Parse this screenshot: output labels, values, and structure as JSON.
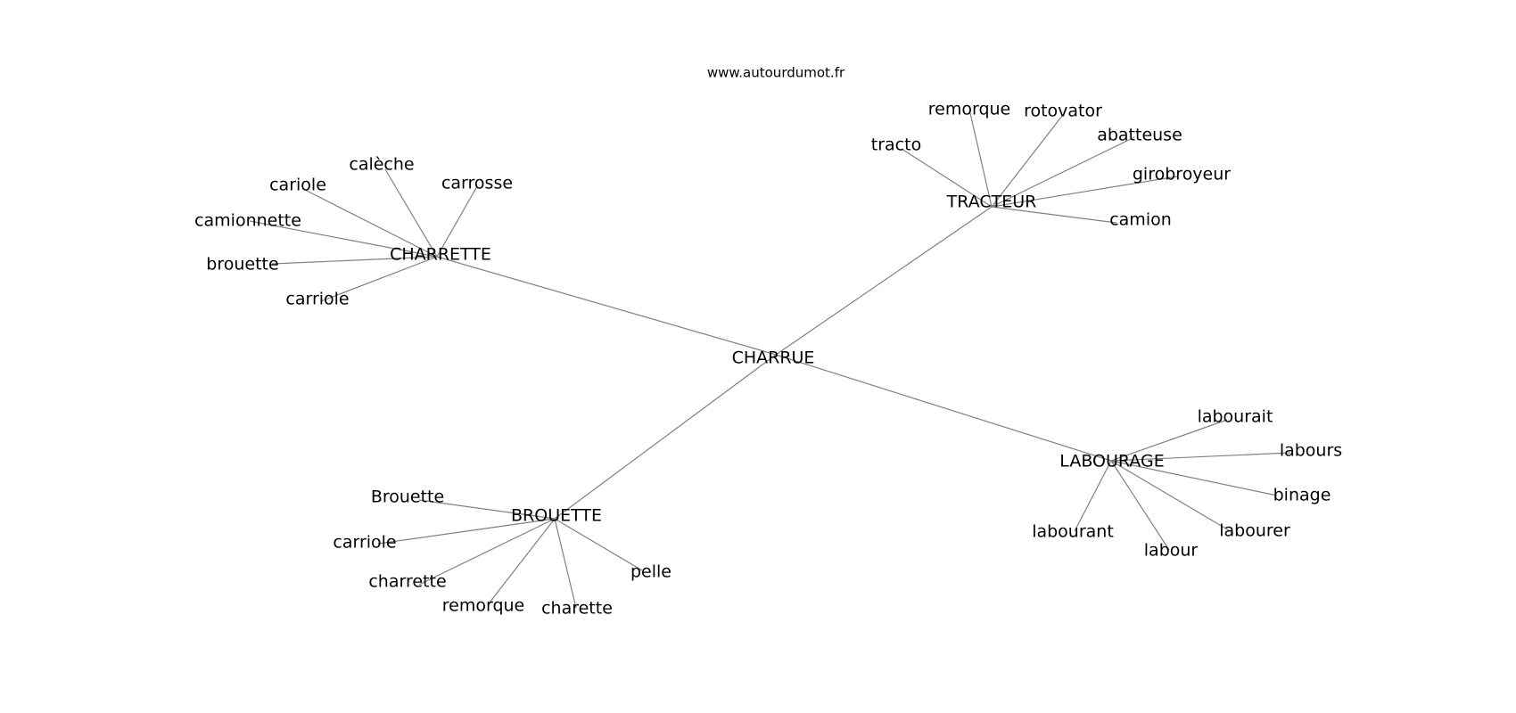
{
  "source_label": "www.autourdumot.fr",
  "graph": {
    "root": {
      "id": "CHARRUE",
      "label": "CHARRUE"
    },
    "hubs": [
      {
        "id": "CHARRETTE",
        "label": "CHARRETTE",
        "words": [
          "calèche",
          "carrosse",
          "cariole",
          "camionnette",
          "brouette",
          "carriole"
        ]
      },
      {
        "id": "TRACTEUR",
        "label": "TRACTEUR",
        "words": [
          "remorque",
          "rotovator",
          "abatteuse",
          "tracto",
          "girobroyeur",
          "camion"
        ]
      },
      {
        "id": "BROUETTE",
        "label": "BROUETTE",
        "words": [
          "Brouette",
          "carriole",
          "charrette",
          "remorque",
          "charette",
          "pelle"
        ]
      },
      {
        "id": "LABOURAGE",
        "label": "LABOURAGE",
        "words": [
          "labourait",
          "labours",
          "binage",
          "labourer",
          "labour",
          "labourant"
        ]
      }
    ]
  }
}
